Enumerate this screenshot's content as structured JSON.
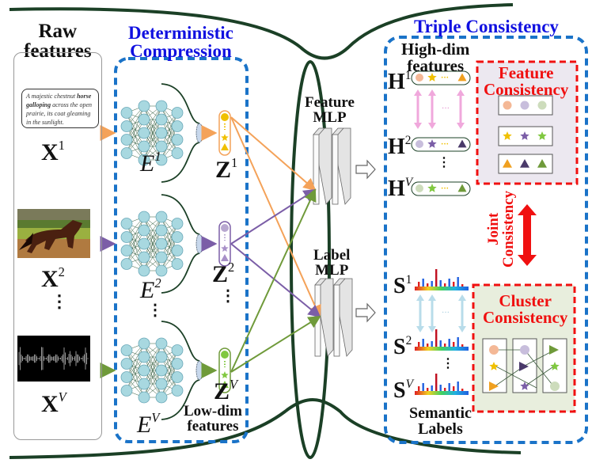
{
  "sections": {
    "raw_features": {
      "title_line1": "Raw",
      "title_line2": "features"
    },
    "deterministic_compression": {
      "title_line1": "Deterministic",
      "title_line2": "Compression"
    },
    "triple_consistency": {
      "title": "Triple Consistency"
    }
  },
  "raw_inputs": {
    "text_sample": {
      "before": "A majestic chestnut ",
      "bold1": "horse",
      "mid": " ",
      "bold2": "galloping",
      "after": " across the open prairie, its coat gleaming in the sunlight."
    },
    "labels": [
      {
        "base": "X",
        "sup": "1"
      },
      {
        "base": "X",
        "sup": "2"
      },
      {
        "base": "X",
        "sup": "V"
      }
    ],
    "ellipsis": "⋮"
  },
  "encoders": [
    {
      "base": "E",
      "sup": "1"
    },
    {
      "base": "E",
      "sup": "2"
    },
    {
      "base": "E",
      "sup": "V"
    }
  ],
  "latents": [
    {
      "base": "Z",
      "sup": "1"
    },
    {
      "base": "Z",
      "sup": "2"
    },
    {
      "base": "Z",
      "sup": "V"
    }
  ],
  "low_dim_label": {
    "line1": "Low-dim",
    "line2": "features"
  },
  "mlps": {
    "feature": {
      "line1": "Feature",
      "line2": "MLP"
    },
    "label": {
      "line1": "Label",
      "line2": "MLP"
    }
  },
  "high_dim": {
    "title_line1": "High-dim",
    "title_line2": "features",
    "items": [
      {
        "base": "H",
        "sup": "1"
      },
      {
        "base": "H",
        "sup": "2"
      },
      {
        "base": "H",
        "sup": "V"
      }
    ]
  },
  "semantic": {
    "title_line1": "Semantic",
    "title_line2": "Labels",
    "items": [
      {
        "base": "S",
        "sup": "1"
      },
      {
        "base": "S",
        "sup": "2"
      },
      {
        "base": "S",
        "sup": "V"
      }
    ]
  },
  "feature_consistency": {
    "line1": "Feature",
    "line2": "Consistency"
  },
  "cluster_consistency": {
    "line1": "Cluster",
    "line2": "Consistency"
  },
  "joint_consistency": {
    "line1": "Joint",
    "line2": "Consistency"
  },
  "colors": {
    "view1": "#f4a259",
    "view2": "#7b5ea7",
    "view3": "#6f9a3a",
    "section_title": "#1010e0",
    "consistency_title": "#f01010",
    "dashed_blue": "#1a73c8",
    "dashed_red": "#f01010",
    "dark_green": "#1b4026",
    "node": "#a8d8e0"
  }
}
